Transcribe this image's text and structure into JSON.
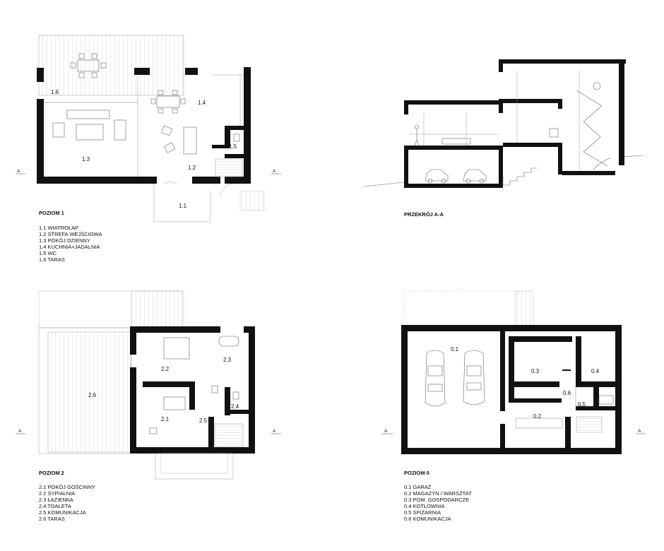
{
  "plans": {
    "p1": {
      "title": "POZIOM 1",
      "rooms": [
        "1.1",
        "1.2",
        "1.3",
        "1.4",
        "1.5",
        "1.6"
      ],
      "legend": [
        "1.1  WIATROŁAP",
        "1.2  STREFA WEJŚCIOWA",
        "1.3  POKÓJ DZIENNY",
        "1.4  KUCHNIA+JADALNIA",
        "1.5  WC",
        "1.6  TARAS"
      ]
    },
    "section": {
      "title": "PRZEKRÓJ A-A"
    },
    "p2": {
      "title": "POZIOM 2",
      "rooms": [
        "2.1",
        "2.2",
        "2.3",
        "2.4",
        "2.5",
        "2.6"
      ],
      "legend": [
        "2.1  POKÓJ GOŚCINNY",
        "2.2  SYPIALNIA",
        "2.3  ŁAZIENKA",
        "2.4  TOALETA",
        "2.5  KOMUNIKACJA",
        "2.6  TARAS"
      ]
    },
    "p0": {
      "title": "POZIOM 0",
      "rooms": [
        "0.1",
        "0.2",
        "0.3",
        "0.4",
        "0.5",
        "0.6"
      ],
      "legend": [
        "0.1  GARAŻ",
        "0.2  MAGAZYN / WARSZTAT",
        "0.3  POM. GOSPODARCZE",
        "0.4  KOTŁOWNIA",
        "0.5  SPIŻARNIA",
        "0.6  KOMUNIKACJA"
      ]
    }
  },
  "section_marker": "A"
}
